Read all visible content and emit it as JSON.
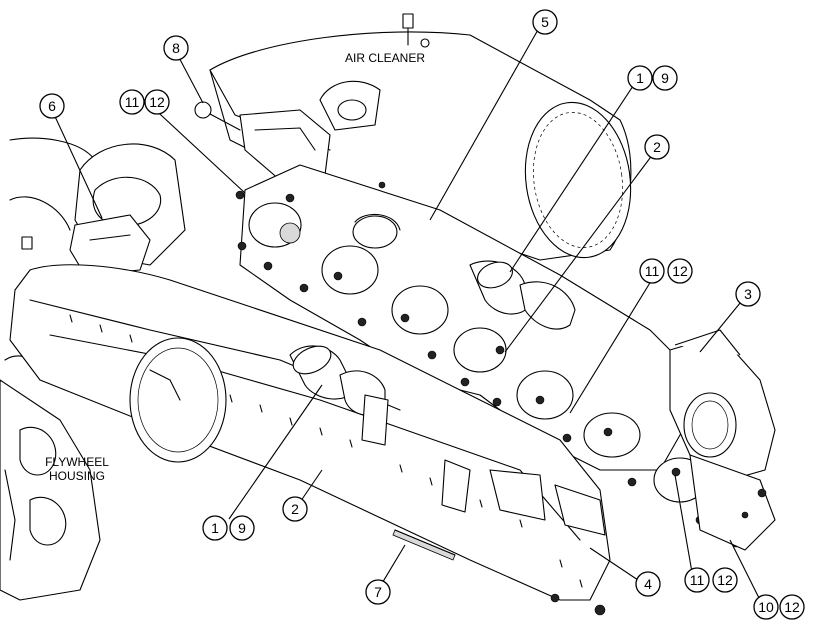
{
  "labels": {
    "air_cleaner": "AIR CLEANER",
    "flywheel_line1": "FLYWHEEL",
    "flywheel_line2": "HOUSING"
  },
  "callouts": {
    "c1_upper": [
      "1",
      "9"
    ],
    "c2_upper": [
      "2"
    ],
    "c3": [
      "3"
    ],
    "c4": [
      "4"
    ],
    "c5": [
      "5"
    ],
    "c6": [
      "6"
    ],
    "c7": [
      "7"
    ],
    "c8": [
      "8"
    ],
    "c11_upper_left": [
      "11",
      "12"
    ],
    "c11_right_mid": [
      "11",
      "12"
    ],
    "c1_lower": [
      "1",
      "9"
    ],
    "c2_lower": [
      "2"
    ],
    "c11_lower_right": [
      "11",
      "12"
    ],
    "c10": [
      "10",
      "12"
    ]
  }
}
